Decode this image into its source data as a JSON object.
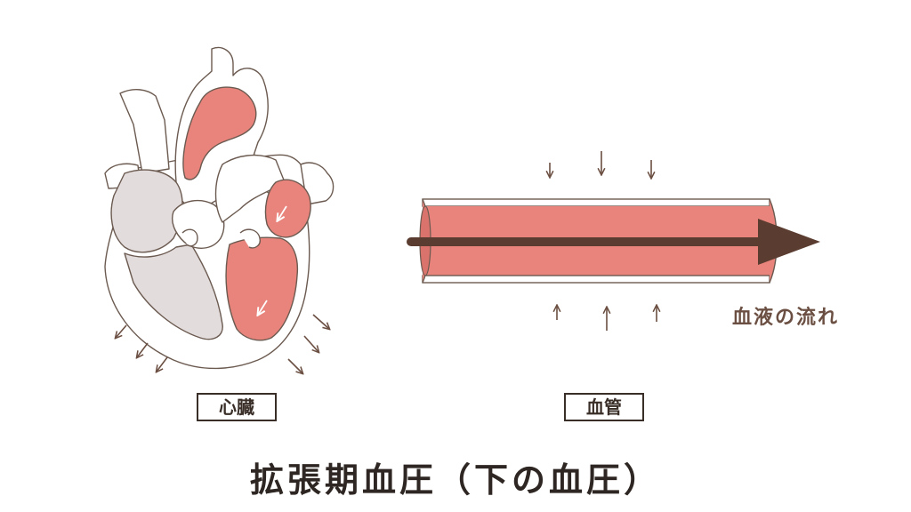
{
  "labels": {
    "heart": "心臓",
    "vessel": "血管",
    "flow": "血液の流れ"
  },
  "title": "拡張期血圧（下の血圧）",
  "colors": {
    "outline": "#6b5a50",
    "chamber_red": "#e8847c",
    "chamber_gray": "#e2dcdc",
    "arrow_brown": "#6b4f42",
    "vessel_red": "#e8847c",
    "text_dark": "#2e2622"
  }
}
